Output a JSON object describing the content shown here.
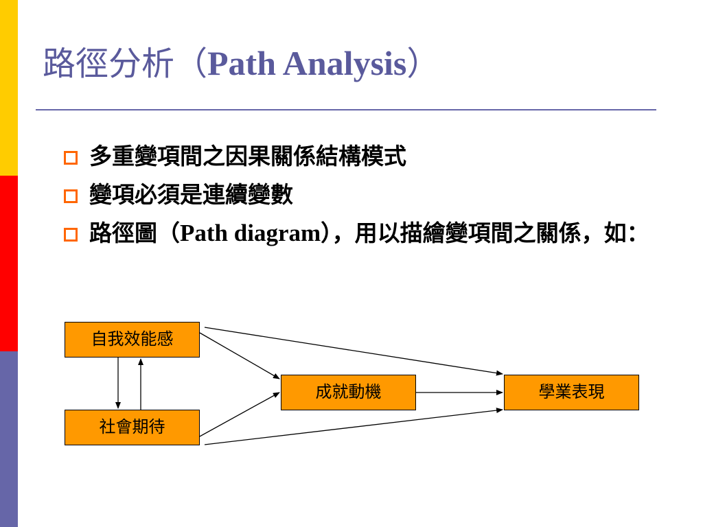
{
  "title": {
    "chinese": "路徑分析（",
    "latin": "Path Analysis",
    "close": "）"
  },
  "bullets": [
    {
      "text": "多重變項間之因果關係結構模式"
    },
    {
      "text": "變項必須是連續變數"
    },
    {
      "prefix": "路徑圖（",
      "latin": "Path diagram",
      "suffix": "），用以描繪變項間之關係，如："
    }
  ],
  "diagram": {
    "nodes": {
      "self_efficacy": "自我效能感",
      "social_expectation": "社會期待",
      "achievement_motivation": "成就動機",
      "academic_performance": "學業表現"
    }
  },
  "colors": {
    "node_fill": "#ff9900",
    "title": "#5a5a9c",
    "bullet_marker": "#ff6600",
    "bar_top": "#ffcc00",
    "bar_middle": "#ff0000",
    "bar_bottom": "#6666a8"
  }
}
